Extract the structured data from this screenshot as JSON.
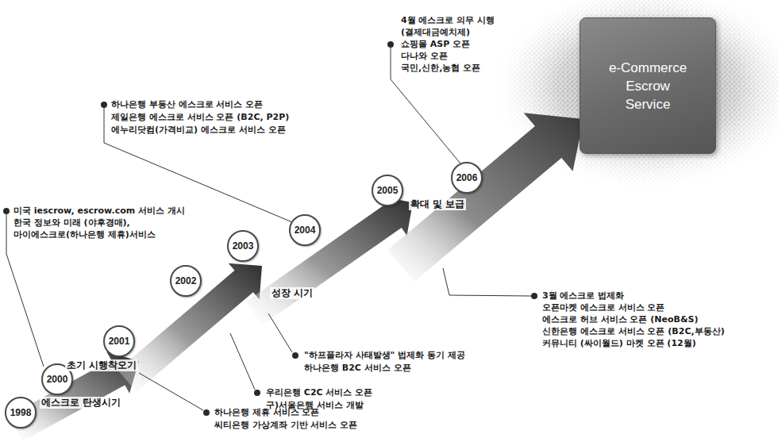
{
  "diagram": {
    "nodes": [
      {
        "text": [
          "1998"
        ]
      },
      {
        "text": [
          "2000"
        ]
      },
      {
        "text": [
          "2001"
        ]
      },
      {
        "text": [
          "2002"
        ]
      },
      {
        "text": [
          "2003"
        ]
      },
      {
        "text": [
          "2004"
        ]
      },
      {
        "text": [
          "2005"
        ]
      },
      {
        "text": [
          "2006"
        ]
      },
      {
        "text": [
          "e-Commerce Escrow Service"
        ]
      }
    ],
    "labels": [
      "미국 iescrow, escrow.com 서비스 개시",
      "한국 정보와 미래 (야후경매),",
      "마이에스크로(하나은행 제휴)서비스",
      "하나은행 부동산 에스크로 서비스 오픈",
      "제일은행 에스크로 서비스 오픈 (B2C, P2P)",
      "에누리닷컴(가격비교) 에스크로 서비스 오픈",
      "4월 에스크로 의무 시행",
      "(결제대금예치제)",
      "쇼핑몰 ASP 오픈",
      "다나와 오픈",
      "국민,신한,농협 오픈",
      "에스크로 탄생시기",
      "초기 시행착오기",
      "성장 시기",
      "확대 및 보급",
      "\"하프플라자 사태발생\" 법제화 동기 제공",
      "하나은행 B2C 서비스 오픈",
      "3월 에스크로 법제화",
      "오픈마켓 에스크로 서비스 오픈",
      "에스크로 허브 서비스 오픈 (NeoB&S)",
      "신한은행 에스크로 서비스 오픈 (B2C,부동산)",
      "커뮤니티 (싸이월드) 마켓 오픈 (12월)",
      "우리은행 C2C 서비스 오픈",
      "구)서울은행 서비스 개발",
      "하나은행 제휴 서비스 오픈",
      "씨티은행 가상계좌 기반 서비스 오픈"
    ]
  }
}
